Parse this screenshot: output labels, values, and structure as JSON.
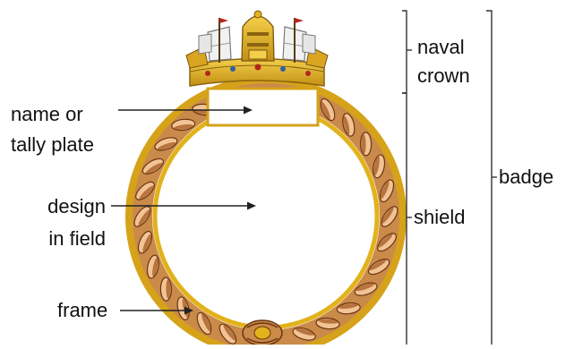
{
  "colors": {
    "gold": "#e2b21c",
    "gold_dark": "#9a6f10",
    "rope_light": "#f2c394",
    "rope_dark": "#a45a22",
    "rope_edge": "#6b3510",
    "sail": "#f1f1f1",
    "crown_band": "#caa02a",
    "line": "#222222",
    "text": "#111111"
  },
  "labels": {
    "name_plate": [
      "name or",
      "tally plate"
    ],
    "design": [
      "design",
      "in field"
    ],
    "frame": "frame",
    "naval_crown": [
      "naval",
      "crown"
    ],
    "shield": "shield",
    "badge": "badge"
  }
}
